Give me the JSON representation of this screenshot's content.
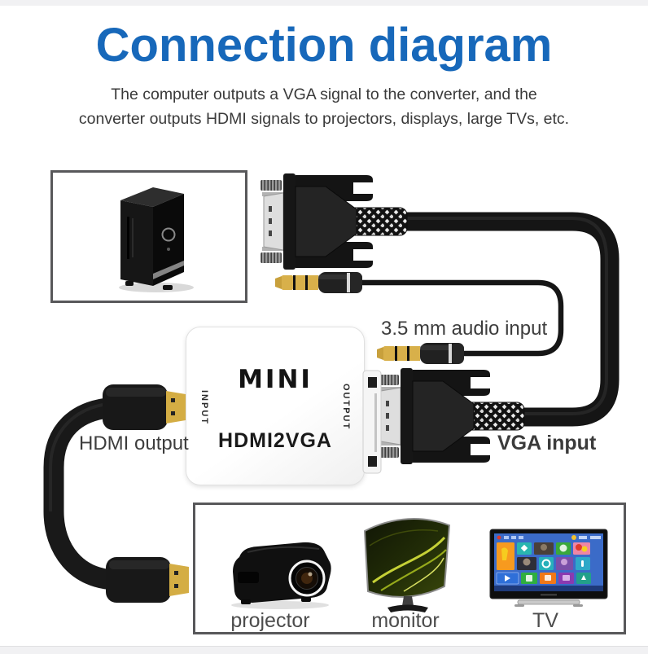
{
  "page": {
    "title": "Connection diagram",
    "subtitle_line1": "The computer outputs a VGA signal to the converter, and the",
    "subtitle_line2": "converter outputs HDMI signals to projectors, displays, large TVs, etc."
  },
  "converter": {
    "brand": "MINI",
    "left_port": "INPUT",
    "right_port": "OUTPUT",
    "model": "HDMI2VGA"
  },
  "labels": {
    "audio": "3.5 mm audio input",
    "hdmi": "HDMI output",
    "vga": "VGA input"
  },
  "devices": {
    "projector": "projector",
    "monitor": "monitor",
    "tv": "TV"
  },
  "colors": {
    "title_blue": "#1768ba",
    "cable_black": "#1a1a1a",
    "box_border_gray": "#58585a",
    "label_gray": "#3d3d3d",
    "connector_gold": "#d4ad44",
    "converter_white": "#ffffff"
  }
}
